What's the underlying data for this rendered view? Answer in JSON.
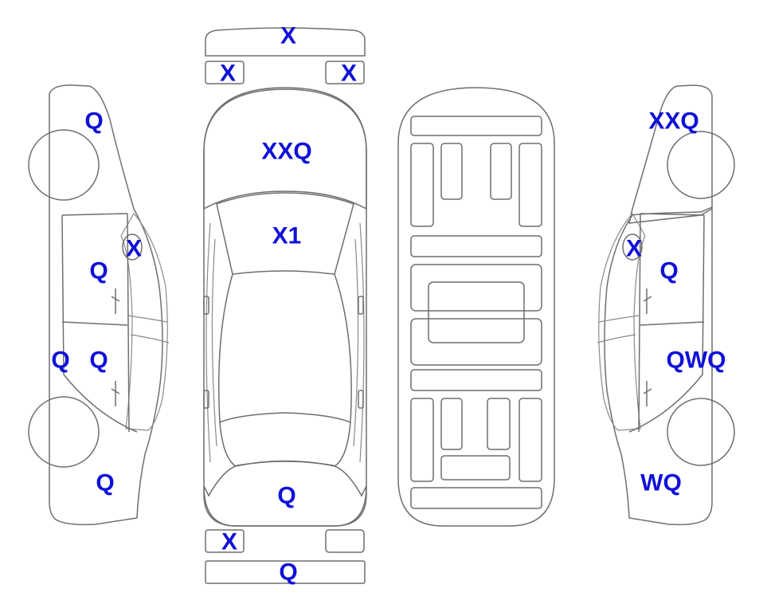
{
  "colors": {
    "damage": "#f8a82a",
    "glass_damage": "#e2f5fb",
    "outline": "#6f6f6f",
    "label": "#1010d8",
    "unmarked": "#ffffff"
  },
  "marks": {
    "front_bumper": "X",
    "left_headlight": "X",
    "right_headlight": "X",
    "windshield": "XXQ",
    "hood": "X1",
    "trunk": "Q",
    "left_taillight": "X",
    "rear_bumper": "Q",
    "left_side_front_fender": "Q",
    "left_side_mirror": "X",
    "left_side_front_door": "Q",
    "left_side_rear_door": "Q",
    "left_side_rocker": "Q",
    "left_side_rear_quarter": "Q",
    "right_side_windshield_pillar": "XXQ",
    "right_side_mirror": "X",
    "right_side_front_door": "Q",
    "right_side_rear_door": "QWQ",
    "right_side_rear_quarter": "WQ"
  }
}
